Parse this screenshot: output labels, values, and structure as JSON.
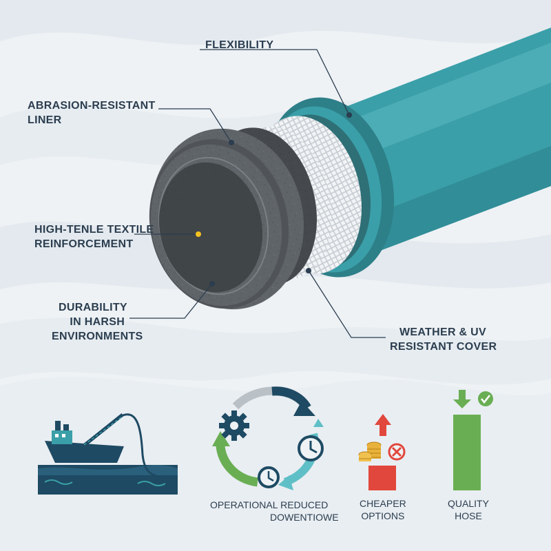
{
  "labels": {
    "flexibility": "FLEXIBILITY",
    "abrasion_line1": "ABRASION-RESISTANT",
    "abrasion_line2": "LINER",
    "textile_line1": "HIGH-TENLE TEXTILE",
    "textile_line2": "REINFORCEMENT",
    "durability_line1": "DURABILITY",
    "durability_line2": "IN HARSH",
    "durability_line3": "ENVIRONMENTS",
    "weather_line1": "WEATHER & UV",
    "weather_line2": "RESISTANT COVER"
  },
  "bottom": {
    "operational": "OPERATIONAL",
    "reduced_line1": "REDUCED",
    "reduced_line2": "DOWENTIOWE",
    "cheaper_line1": "CHEAPER",
    "cheaper_line2": "OPTIONS",
    "quality_line1": "QUALITY",
    "quality_line2": "HOSE"
  },
  "icons": {
    "ship": "ship-icon",
    "cycle": "cycle-icon",
    "gear": "gear-icon",
    "clock": "clock-icon",
    "coins": "coins-icon",
    "cross": "cross-icon",
    "check": "check-icon",
    "arrow_up": "arrow-up-icon",
    "arrow_down": "arrow-down-icon"
  },
  "colors": {
    "teal": "#3a9fa8",
    "teal_dark": "#2d7f88",
    "rubber": "#555a5e",
    "label": "#2b3d4f",
    "green": "#6aae54",
    "red": "#e1473c",
    "navy": "#1e4a63",
    "gold": "#e8b23a"
  }
}
